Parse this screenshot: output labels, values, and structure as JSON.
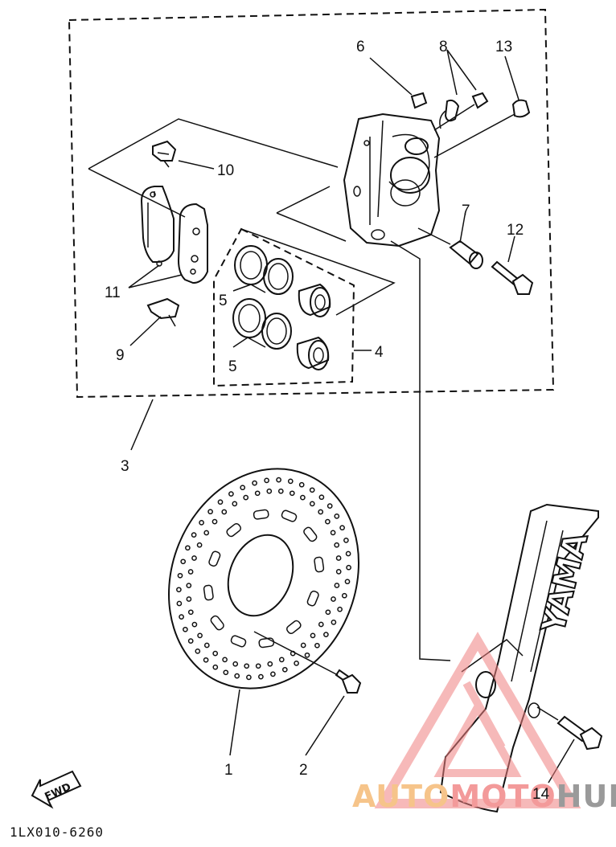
{
  "callouts": {
    "c1": "1",
    "c2": "2",
    "c3": "3",
    "c4": "4",
    "c5a": "5",
    "c5b": "5",
    "c6": "6",
    "c7": "7",
    "c8": "8",
    "c9": "9",
    "c10": "10",
    "c11": "11",
    "c12": "12",
    "c13": "13",
    "c14": "14"
  },
  "fork_text": "YAMA",
  "fwd_label": "FWD",
  "drawing_code": "1LX010-6260",
  "watermark": {
    "part1": "AUTO",
    "part2": "MOTO",
    "part3": "HUB",
    "color_auto": "#f6c48a",
    "color_moto": "#f39a9a",
    "color_hub": "#9a9a9a",
    "triangle_color": "#f08080"
  }
}
